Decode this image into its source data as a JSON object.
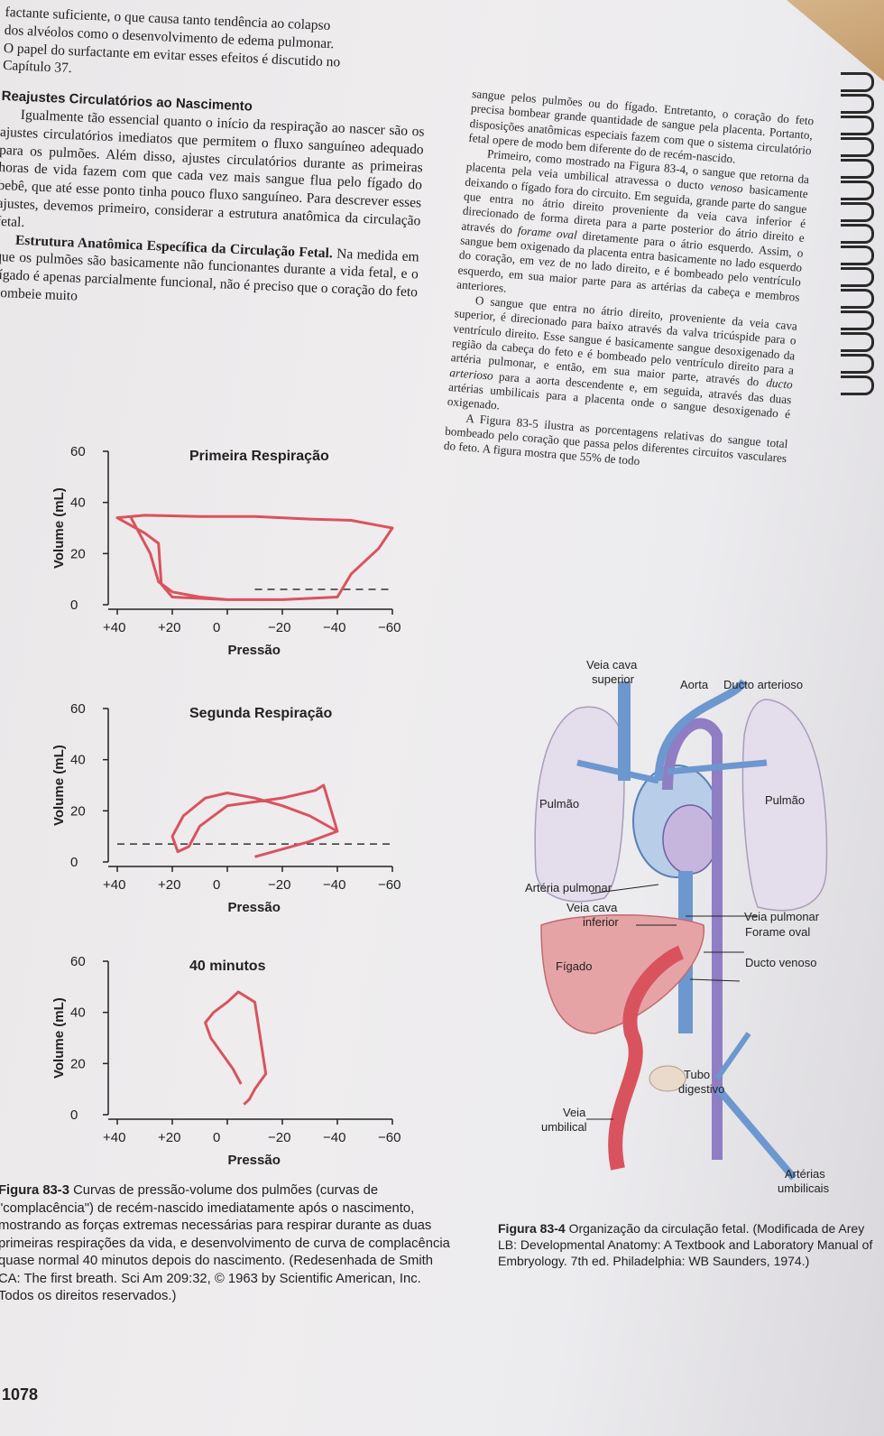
{
  "left_column": {
    "intro_lines": [
      "factante suficiente, o que causa tanto tendência ao colapso",
      "dos alvéolos como o desenvolvimento de edema pulmonar.",
      "O papel do surfactante em evitar esses efeitos é discutido no",
      "Capítulo 37."
    ],
    "heading": "Reajustes Circulatórios ao Nascimento",
    "para1": "Igualmente tão essencial quanto o início da respiração ao nascer são os ajustes circulatórios imediatos que permitem o fluxo sanguíneo adequado para os pulmões. Além disso, ajustes circulatórios durante as primeiras horas de vida fazem com que cada vez mais sangue flua pelo fígado do bebê, que até esse ponto tinha pouco fluxo sanguíneo. Para descrever esses ajustes, devemos primeiro, considerar a estrutura anatômica da circulação fetal.",
    "subheading": "Estrutura Anatômica Específica da Circulação Fetal.",
    "para2": "Na medida em que os pulmões são basicamente não funcionantes durante a vida fetal, e o fígado é apenas parcialmente funcional, não é preciso que o coração do feto bombeie muito"
  },
  "right_column": {
    "para1": "sangue pelos pulmões ou do fígado. Entretanto, o coração do feto precisa bombear grande quantidade de sangue pela placenta. Portanto, disposições anatômicas especiais fazem com que o sistema circulatório fetal opere de modo bem diferente do de recém-nascido.",
    "para2_a": "Primeiro, como mostrado na Figura 83-4, o sangue que retorna da placenta pela veia umbilical atravessa o ducto ",
    "para2_em": "venoso",
    "para2_b": " basicamente deixando o fígado fora do circuito. Em seguida, grande parte do sangue que entra no átrio direito proveniente da veia cava inferior é direcionado de forma direta para a parte posterior do átrio direito e através do ",
    "para2_em2": "forame oval",
    "para2_c": " diretamente para o átrio esquerdo. Assim, o sangue bem oxigenado da placenta entra basicamente no lado esquerdo do coração, em vez de no lado direito, e é bombeado pelo ventrículo esquerdo, em sua maior parte para as artérias da cabeça e membros anteriores.",
    "para3_a": "O sangue que entra no átrio direito, proveniente da veia cava superior, é direcionado para baixo através da valva tricúspide para o ventrículo direito. Esse sangue é basicamente sangue desoxigenado da região da cabeça do feto e é bombeado pelo ventrículo direito para a artéria pulmonar, e então, em sua maior parte, através do ",
    "para3_em": "ducto arterioso",
    "para3_b": " para a aorta descendente e, em seguida, através das duas artérias umbilicais para a placenta onde o sangue desoxigenado é oxigenado.",
    "para4": "A Figura 83-5 ilustra as porcentagens relativas do sangue total bombeado pelo coração que passa pelos diferentes circuitos vasculares do feto. A figura mostra que 55% de todo"
  },
  "chart_data": [
    {
      "type": "line",
      "title": "Primeira Respiração",
      "xlabel": "Pressão",
      "ylabel": "Volume (mL)",
      "x_ticks": [
        "+40",
        "+20",
        "0",
        "−20",
        "−40",
        "−60"
      ],
      "y_ticks": [
        "60",
        "40",
        "20",
        "0"
      ],
      "xlim": [
        40,
        -60
      ],
      "ylim": [
        0,
        60
      ],
      "series": [
        {
          "x": [
            0,
            20,
            24,
            25,
            30,
            40,
            30,
            10,
            -10,
            -30,
            -45,
            -55,
            -60,
            -55,
            -45,
            -40,
            -20,
            0,
            10,
            20,
            25,
            28,
            35
          ],
          "y": [
            2,
            3,
            8,
            24,
            28,
            34,
            35,
            34.5,
            34.5,
            33.5,
            33,
            31,
            30,
            22,
            12,
            3,
            2,
            2,
            3,
            5,
            9,
            20,
            34
          ]
        }
      ],
      "dashed_line": {
        "x": [
          -10,
          -60
        ],
        "y": [
          6,
          6
        ]
      }
    },
    {
      "type": "line",
      "title": "Segunda Respiração",
      "xlabel": "Pressão",
      "ylabel": "Volume (mL)",
      "x_ticks": [
        "+40",
        "+20",
        "0",
        "−20",
        "−40",
        "−60"
      ],
      "y_ticks": [
        "60",
        "40",
        "20",
        "0"
      ],
      "xlim": [
        40,
        -60
      ],
      "ylim": [
        0,
        60
      ],
      "series": [
        {
          "x": [
            -10,
            -20,
            -30,
            -40,
            -30,
            -20,
            -10,
            0,
            8,
            16,
            20,
            18,
            14,
            10,
            0,
            -20,
            -32,
            -35,
            -40
          ],
          "y": [
            2,
            5,
            8,
            12,
            18,
            22,
            25,
            27,
            25,
            18,
            10,
            4,
            6,
            14,
            22,
            25,
            28,
            30,
            12
          ]
        }
      ],
      "dashed_line": {
        "x": [
          40,
          -60
        ],
        "y": [
          7,
          7
        ]
      }
    },
    {
      "type": "line",
      "title": "40 minutos",
      "xlabel": "Pressão",
      "ylabel": "Volume (mL)",
      "x_ticks": [
        "+40",
        "+20",
        "0",
        "−20",
        "−40",
        "−60"
      ],
      "y_ticks": [
        "60",
        "40",
        "20",
        "0"
      ],
      "xlim": [
        40,
        -60
      ],
      "ylim": [
        0,
        60
      ],
      "series": [
        {
          "x": [
            -5,
            -2,
            2,
            6,
            8,
            5,
            0,
            -4,
            -10,
            -12,
            -14,
            -10,
            -8,
            -6
          ],
          "y": [
            12,
            18,
            24,
            30,
            36,
            40,
            44,
            48,
            44,
            30,
            16,
            10,
            6,
            4
          ]
        }
      ]
    }
  ],
  "figure_83_3_caption": {
    "label": "Figura 83-3",
    "text": " Curvas de pressão-volume dos pulmões (curvas de \"complacência\") de recém-nascido imediatamente após o nascimento, mostrando as forças extremas necessárias para respirar durante as duas primeiras respirações da vida, e desenvolvimento de curva de complacência quase normal 40 minutos depois do nascimento. (Redesenhada de Smith CA: The first breath. Sci Am 209:32, © 1963 by Scientific American, Inc. Todos os direitos reservados.)"
  },
  "diagram": {
    "labels": {
      "vcs": "Veia cava superior",
      "aorta": "Aorta",
      "ducto_arterioso": "Ducto arterioso",
      "pulmao_left": "Pulmão",
      "pulmao_right": "Pulmão",
      "arteria_pulmonar": "Artéria pulmonar",
      "vci": "Veia cava inferior",
      "veia_pulmonar": "Veia pulmonar",
      "forame_oval": "Forame oval",
      "ducto_venoso": "Ducto venoso",
      "figado": "Fígado",
      "tubo_digestivo": "Tubo digestivo",
      "veia_umbilical": "Veia umbilical",
      "arterias_umbilicais": "Artérias umbilicais"
    },
    "colors": {
      "oxygenated": "#d9535e",
      "deoxygenated": "#6c97cf",
      "mixed": "#8f7ec4",
      "lung": "#e4ddec"
    }
  },
  "figure_83_4_caption": {
    "label": "Figura 83-4",
    "text": " Organização da circulação fetal. (Modificada de Arey LB: Developmental Anatomy: A Textbook and Laboratory Manual of Embryology. 7th ed. Philadelphia: WB Saunders, 1974.)"
  },
  "page_number": "1078"
}
